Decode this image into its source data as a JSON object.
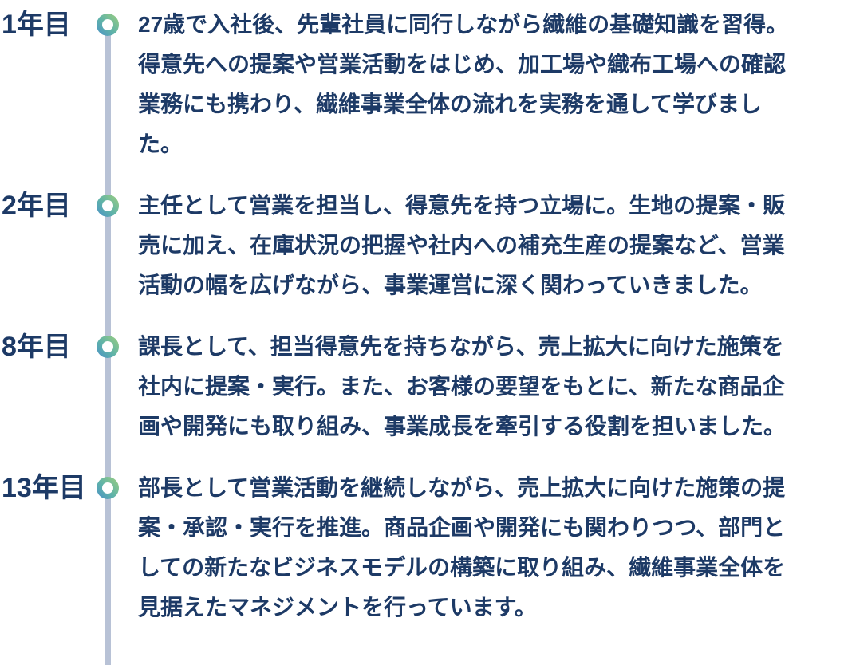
{
  "colors": {
    "background": "#ffffff",
    "text_navy": "#1d3a66",
    "timeline_line": "#b8c2d6",
    "marker_gradient_green": "#9bce7e",
    "marker_gradient_blue": "#4a90c8"
  },
  "timeline": {
    "items": [
      {
        "year": "1年目",
        "description": "27歳で入社後、先輩社員に同行しながら繊維の基礎知識を習得。\n得意先への提案や営業活動をはじめ、加工場や織布工場への確認\n業務にも携わり、繊維事業全体の流れを実務を通して学びまし\nた。"
      },
      {
        "year": "2年目",
        "description": "主任として営業を担当し、得意先を持つ立場に。生地の提案・販\n売に加え、在庫状況の把握や社内への補充生産の提案など、営業\n活動の幅を広げながら、事業運営に深く関わっていきました。"
      },
      {
        "year": "8年目",
        "description": "課長として、担当得意先を持ちながら、売上拡大に向けた施策を\n社内に提案・実行。また、お客様の要望をもとに、新たな商品企\n画や開発にも取り組み、事業成長を牽引する役割を担いました。"
      },
      {
        "year": "13年目",
        "description": "部長として営業活動を継続しながら、売上拡大に向けた施策の提\n案・承認・実行を推進。商品企画や開発にも関わりつつ、部門と\nしての新たなビジネスモデルの構築に取り組み、繊維事業全体を\n見据えたマネジメントを行っています。"
      }
    ]
  }
}
